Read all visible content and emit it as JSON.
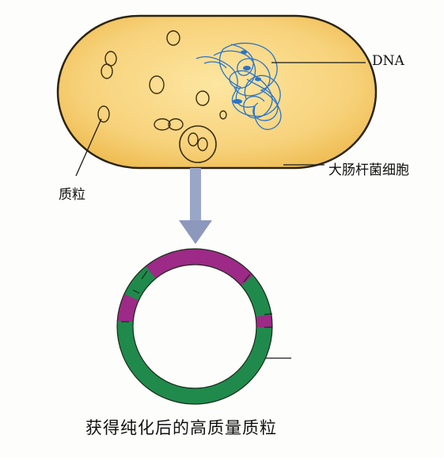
{
  "labels": {
    "dna": "DNA",
    "cell": "大肠杆菌细胞",
    "plasmid": "质粒",
    "caption": "获得纯化后的高质量质粒"
  },
  "colors": {
    "cell_fill": "#f6cf6a",
    "cell_outline": "#2b2410",
    "dna_line": "#2a74c8",
    "arrow": "#9aa6c8",
    "plasmid_magenta": "#9c2a86",
    "plasmid_green": "#1f8a4c"
  }
}
